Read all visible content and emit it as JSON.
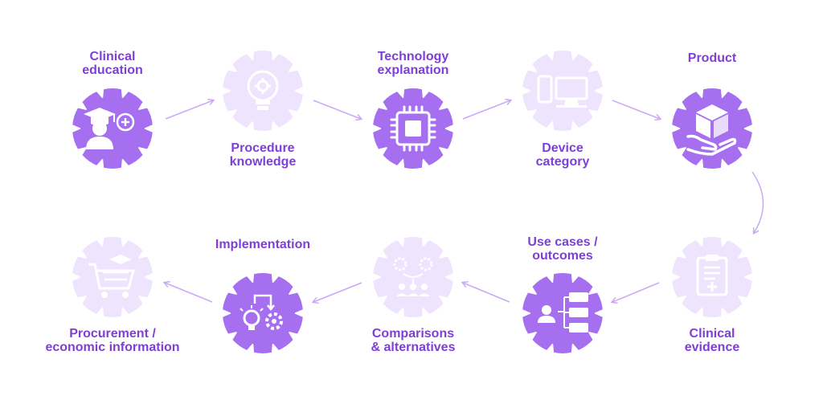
{
  "colors": {
    "dark_gear": "#a66ff0",
    "light_gear": "#efe4fd",
    "dark_glyph": "#ffffff",
    "light_glyph": "#ffffff",
    "arrow": "#caa8f4",
    "text": "#7e3fd6"
  },
  "steps": [
    {
      "label": "Clinical\neducation",
      "icon": "graduate-medical-icon",
      "style": "dark"
    },
    {
      "label": "Procedure\nknowledge",
      "icon": "lightbulb-gear-icon",
      "style": "light"
    },
    {
      "label": "Technology\nexplanation",
      "icon": "microchip-icon",
      "style": "dark"
    },
    {
      "label": "Device\ncategory",
      "icon": "devices-icon",
      "style": "light"
    },
    {
      "label": "Product",
      "icon": "box-in-hand-icon",
      "style": "dark"
    },
    {
      "label": "Clinical\nevidence",
      "icon": "clipboard-medical-icon",
      "style": "light"
    },
    {
      "label": "Use cases /\noutcomes",
      "icon": "user-hierarchy-icon",
      "style": "dark"
    },
    {
      "label": "Comparisons\n& alternatives",
      "icon": "team-gears-icon",
      "style": "light"
    },
    {
      "label": "Implementation",
      "icon": "idea-to-gear-icon",
      "style": "dark"
    },
    {
      "label": "Procurement /\neconomic information",
      "icon": "shopping-cart-icon",
      "style": "light"
    }
  ]
}
